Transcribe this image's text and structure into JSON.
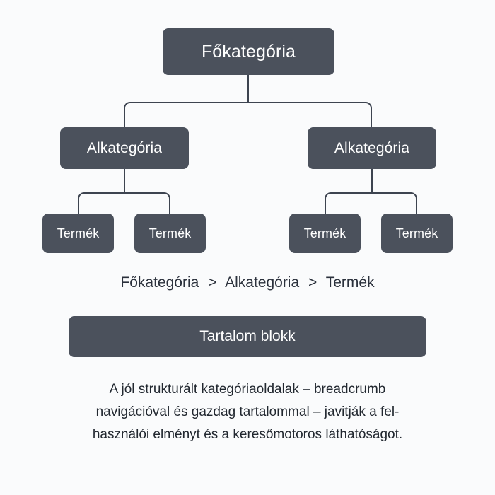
{
  "page": {
    "background_color": "#fafbfc",
    "node_color": "#4b515c",
    "line_color": "#3d4450",
    "text_color": "#222830"
  },
  "tree": {
    "root": {
      "label": "Főkategória"
    },
    "subcategories": [
      {
        "label": "Alkategória"
      },
      {
        "label": "Alkategória"
      }
    ],
    "products": [
      {
        "label": "Termék"
      },
      {
        "label": "Termék"
      },
      {
        "label": "Termék"
      },
      {
        "label": "Termék"
      }
    ]
  },
  "breadcrumb": {
    "items": [
      "Főkategória",
      "Alkategória",
      "Termék"
    ],
    "separator": ">"
  },
  "content_block": {
    "label": "Tartalom blokk"
  },
  "paragraph": {
    "lines": [
      "A jól strukturált kategóriaoldalak – breadcrumb",
      "navigációval és gazdag tartalommal – javitják a fel-",
      "használói elményt és a keresőmotoros láthatóságot."
    ]
  }
}
